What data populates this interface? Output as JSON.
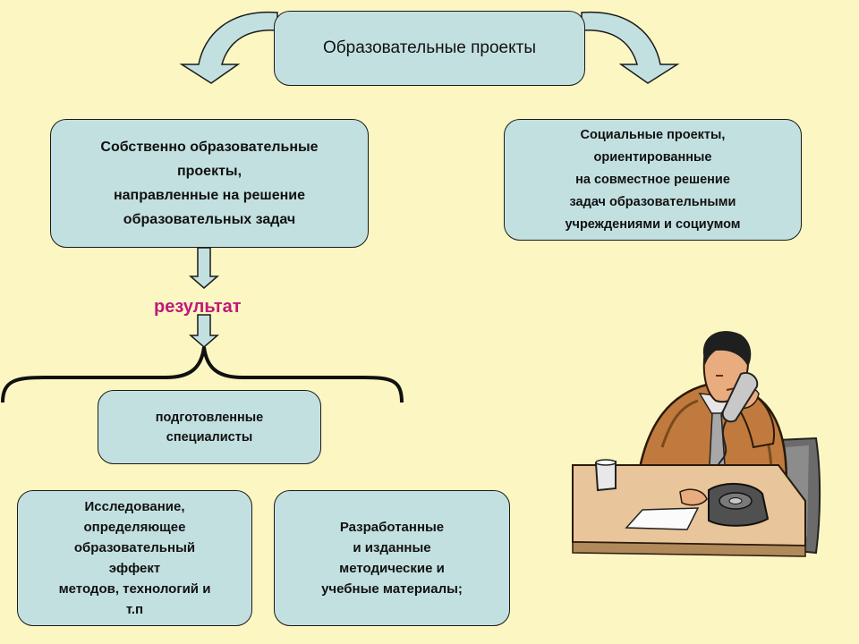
{
  "colors": {
    "background": "#fcf7c2",
    "box_fill": "#c3e0e0",
    "arrow_fill": "#c3e0e0",
    "result_color": "#c0187a"
  },
  "title_box": {
    "text": "Образовательные проекты"
  },
  "left_box": {
    "text": "Собственно образовательные\nпроекты,\nнаправленные на решение\nобразовательных задач"
  },
  "right_box": {
    "text": "Социальные проекты,\nориентированные\nна совместное решение\nзадач образовательными\nучреждениями и социумом"
  },
  "result_label": "результат",
  "specialists_box": {
    "text": "подготовленные\nспециалисты"
  },
  "research_box": {
    "text": "Исследование,\nопределяющее\nобразовательный\nэффект\nметодов, технологий и\nт.п"
  },
  "materials_box": {
    "text": "Разработанные\nи изданные\nметодические и\nучебные материалы;"
  },
  "illustration": {
    "icon": "man-on-phone-at-desk-icon"
  }
}
